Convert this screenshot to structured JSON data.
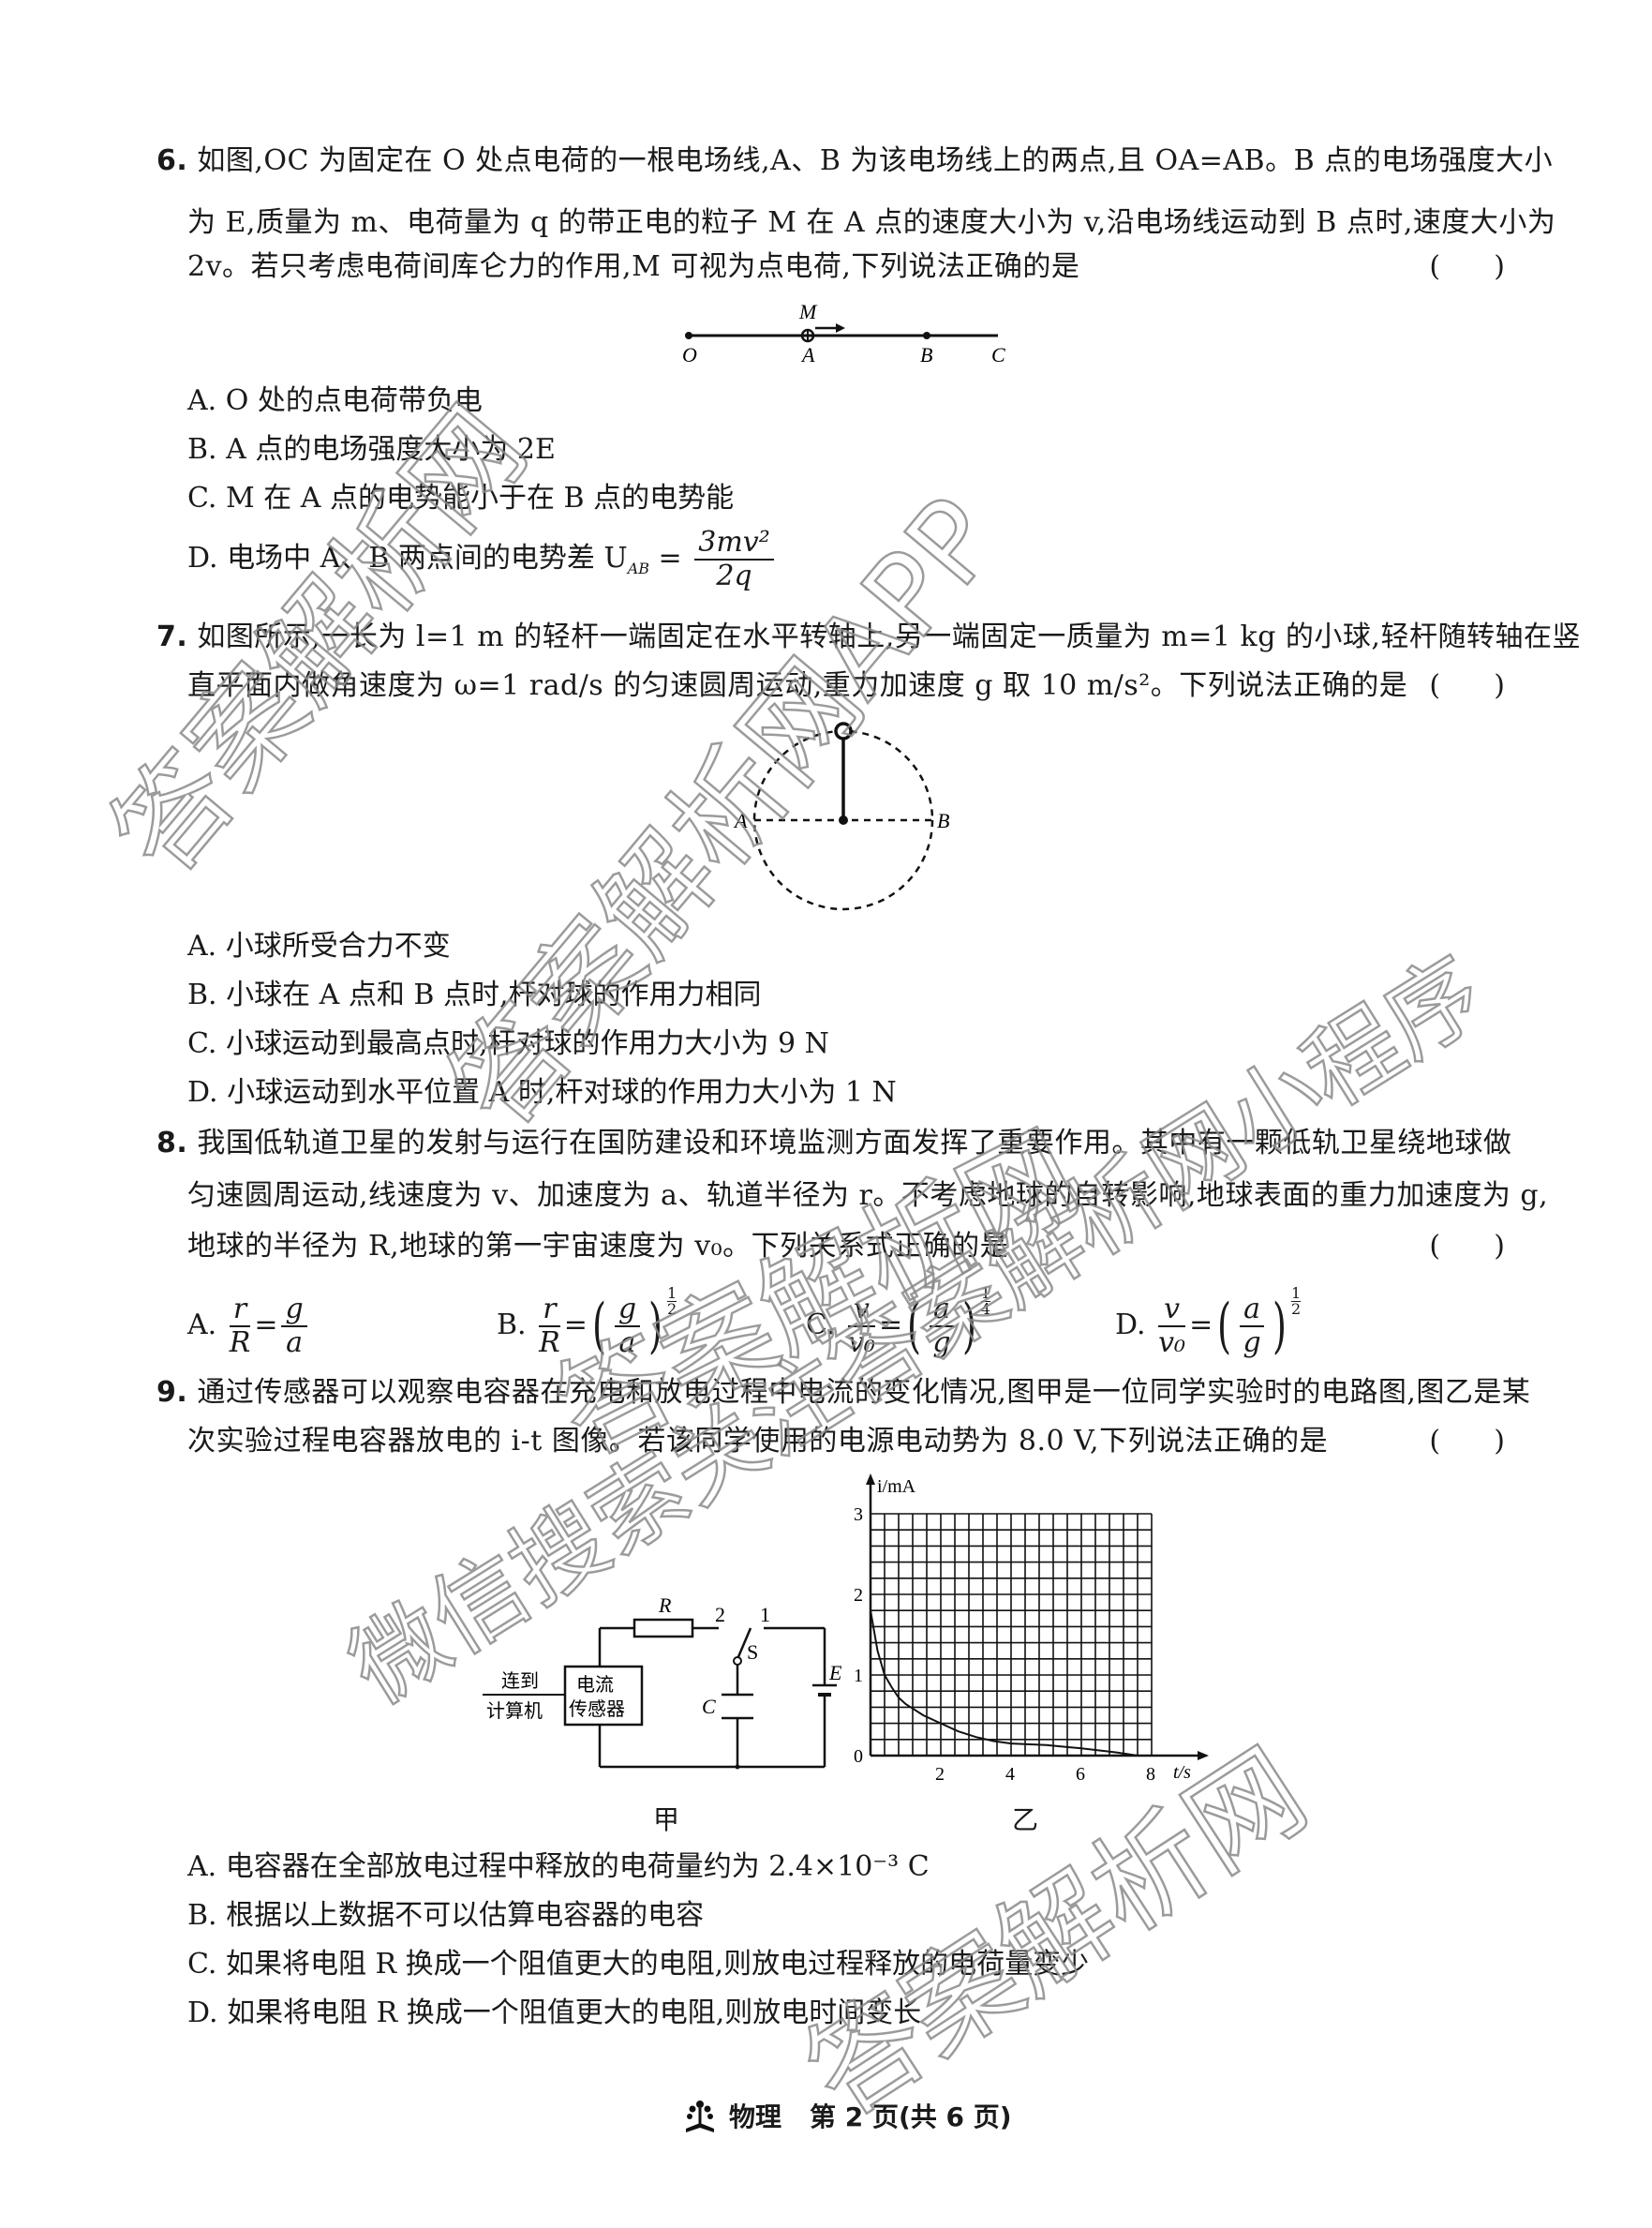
{
  "page": {
    "subject": "物理",
    "page_label": "第 2 页(共 6 页)",
    "watermarks": [
      "答案解析网",
      "答案解析网APP",
      "答案解析网",
      "微信搜索关注答案解析网小程序",
      "答案解析网"
    ]
  },
  "questions": [
    {
      "number": "6.",
      "lines": [
        "如图,OC 为固定在 O 处点电荷的一根电场线,A、B 为该电场线上的两点,且 OA=AB。B 点的电场强度大小",
        "为 E,质量为 m、电荷量为 q 的带正电的粒子 M 在 A 点的速度大小为 v,沿电场线运动到 B 点时,速度大小为",
        "2v。若只考虑电荷间库仑力的作用,M 可视为点电荷,下列说法正确的是"
      ],
      "answer_paren": "(      )",
      "figure": {
        "labels": [
          "O",
          "A",
          "B",
          "C",
          "M"
        ]
      },
      "options": [
        {
          "key": "A.",
          "text": "O 处的点电荷带负电"
        },
        {
          "key": "B.",
          "text": "A 点的电场强度大小为 2E"
        },
        {
          "key": "C.",
          "text": "M 在 A 点的电势能小于在 B 点的电势能"
        },
        {
          "key": "D.",
          "text": "电场中 A、B 两点间的电势差 U",
          "sub": "AB",
          "eq": "=",
          "frac_num": "3mv²",
          "frac_den": "2q"
        }
      ]
    },
    {
      "number": "7.",
      "lines": [
        "如图所示,一长为 l=1 m 的轻杆一端固定在水平转轴上,另一端固定一质量为 m=1 kg 的小球,轻杆随转轴在竖",
        "直平面内做角速度为 ω=1 rad/s 的匀速圆周运动,重力加速度 g 取 10 m/s²。下列说法正确的是"
      ],
      "answer_paren": "(      )",
      "figure": {
        "labels": [
          "A",
          "B"
        ]
      },
      "options": [
        {
          "key": "A.",
          "text": "小球所受合力不变"
        },
        {
          "key": "B.",
          "text": "小球在 A 点和 B 点时,杆对球的作用力相同"
        },
        {
          "key": "C.",
          "text": "小球运动到最高点时,杆对球的作用力大小为 9 N"
        },
        {
          "key": "D.",
          "text": "小球运动到水平位置 A 时,杆对球的作用力大小为 1 N"
        }
      ]
    },
    {
      "number": "8.",
      "lines": [
        "我国低轨道卫星的发射与运行在国防建设和环境监测方面发挥了重要作用。其中有一颗低轨卫星绕地球做",
        "匀速圆周运动,线速度为 v、加速度为 a、轨道半径为 r。不考虑地球的自转影响,地球表面的重力加速度为 g,",
        "地球的半径为 R,地球的第一宇宙速度为 v₀。下列关系式正确的是"
      ],
      "answer_paren": "(      )",
      "options": [
        {
          "key": "A.",
          "lhs_num": "r",
          "lhs_den": "R",
          "eq": "=",
          "rhs_num": "g",
          "rhs_den": "a",
          "exp_num": "",
          "exp_den": ""
        },
        {
          "key": "B.",
          "lhs_num": "r",
          "lhs_den": "R",
          "eq": "=",
          "rhs_num": "g",
          "rhs_den": "a",
          "exp_num": "1",
          "exp_den": "2"
        },
        {
          "key": "C.",
          "lhs_num": "v",
          "lhs_den": "v₀",
          "eq": "=",
          "rhs_num": "a",
          "rhs_den": "g",
          "exp_num": "1",
          "exp_den": "4"
        },
        {
          "key": "D.",
          "lhs_num": "v",
          "lhs_den": "v₀",
          "eq": "=",
          "rhs_num": "a",
          "rhs_den": "g",
          "exp_num": "1",
          "exp_den": "2"
        }
      ]
    },
    {
      "number": "9.",
      "lines": [
        "通过传感器可以观察电容器在充电和放电过程中电流的变化情况,图甲是一位同学实验时的电路图,图乙是某",
        "次实验过程电容器放电的 i-t 图像。若该同学使用的电源电动势为 8.0 V,下列说法正确的是"
      ],
      "answer_paren": "(      )",
      "circuit": {
        "caption": "甲",
        "labels": {
          "resistor": "R",
          "switch": "S",
          "terminal_2": "2",
          "terminal_1": "1",
          "capacitor": "C",
          "source": "E",
          "sensor_line1": "电流",
          "sensor_line2": "传感器",
          "computer_line1": "连到",
          "computer_line2": "计算机"
        }
      },
      "graph_caption": "乙",
      "options": [
        {
          "key": "A.",
          "text": "电容器在全部放电过程中释放的电荷量约为 2.4×10⁻³ C"
        },
        {
          "key": "B.",
          "text": "根据以上数据不可以估算电容器的电容"
        },
        {
          "key": "C.",
          "text": "如果将电阻 R 换成一个阻值更大的电阻,则放电过程释放的电荷量变少"
        },
        {
          "key": "D.",
          "text": "如果将电阻 R 换成一个阻值更大的电阻,则放电时间变长"
        }
      ]
    }
  ],
  "chart_data": {
    "type": "line",
    "title": "乙",
    "xlabel": "t/s",
    "ylabel": "i/mA",
    "xlim": [
      0,
      8
    ],
    "ylim": [
      0,
      3
    ],
    "x_ticks": [
      "0",
      "2",
      "4",
      "6",
      "8"
    ],
    "y_ticks": [
      "0",
      "1",
      "2",
      "3"
    ],
    "grid": {
      "on": true,
      "x_divisions": 20,
      "y_divisions": 15,
      "x_step": 0.4,
      "y_step": 0.2
    },
    "series": [
      {
        "name": "capacitor discharge current",
        "x": [
          0.0,
          0.2,
          0.4,
          0.6,
          0.8,
          1.0,
          1.5,
          2.0,
          2.5,
          3.0,
          3.5,
          4.0,
          5.0,
          6.0,
          7.0,
          7.6
        ],
        "y": [
          1.8,
          1.3,
          1.0,
          0.85,
          0.72,
          0.64,
          0.5,
          0.4,
          0.3,
          0.23,
          0.18,
          0.15,
          0.13,
          0.09,
          0.04,
          0.0
        ]
      }
    ]
  }
}
